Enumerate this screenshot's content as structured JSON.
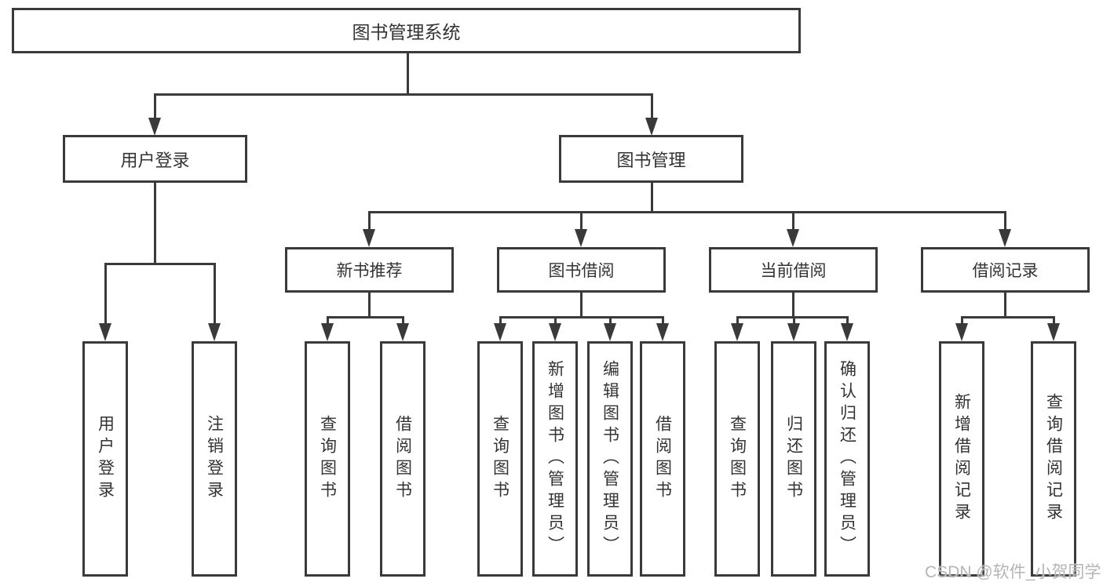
{
  "diagram": {
    "title": "图书管理系统",
    "level2": [
      {
        "label": "用户登录"
      },
      {
        "label": "图书管理"
      }
    ],
    "level3": [
      {
        "label": "新书推荐"
      },
      {
        "label": "图书借阅"
      },
      {
        "label": "当前借阅"
      },
      {
        "label": "借阅记录"
      }
    ],
    "leaves": {
      "user_login": [
        "用户登录",
        "注销登录"
      ],
      "new_book": [
        "查询图书",
        "借阅图书"
      ],
      "book_borrow": [
        "查询图书",
        "新增图书（管理员）",
        "编辑图书（管理员）",
        "借阅图书"
      ],
      "current_borrow": [
        "查询图书",
        "归还图书",
        "确认归还（管理员）"
      ],
      "borrow_record": [
        "新增借阅记录",
        "查询借阅记录"
      ]
    }
  },
  "watermark": "CSDN @软件_小贺同学",
  "colors": {
    "line": "#3a3a3a",
    "text": "#333333",
    "background": "#ffffff",
    "watermark": "#b5b5b5"
  }
}
